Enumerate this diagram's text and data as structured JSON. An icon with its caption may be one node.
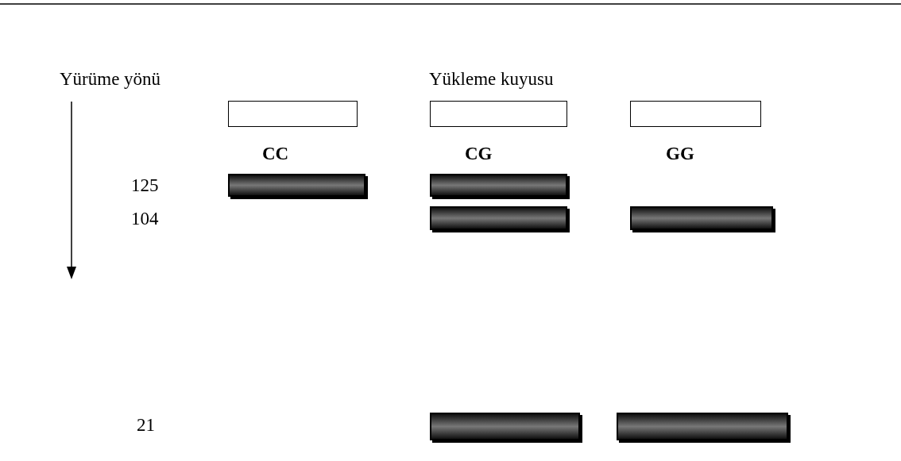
{
  "diagram": {
    "nodes": [
      {
        "text": [],
        "shape": "box"
      },
      {
        "text": [],
        "shape": "box"
      },
      {
        "text": [],
        "shape": "box"
      },
      {
        "text": [],
        "shape": "bar"
      },
      {
        "text": [],
        "shape": "bar"
      },
      {
        "text": [],
        "shape": "bar"
      },
      {
        "text": [],
        "shape": "bar"
      },
      {
        "text": [],
        "shape": "bar"
      },
      {
        "text": [],
        "shape": "bar"
      }
    ],
    "labels": [
      "Yürüme yönü",
      "Yükleme kuyusu",
      "CC",
      "CG",
      "GG",
      "125",
      "104",
      "21"
    ]
  }
}
